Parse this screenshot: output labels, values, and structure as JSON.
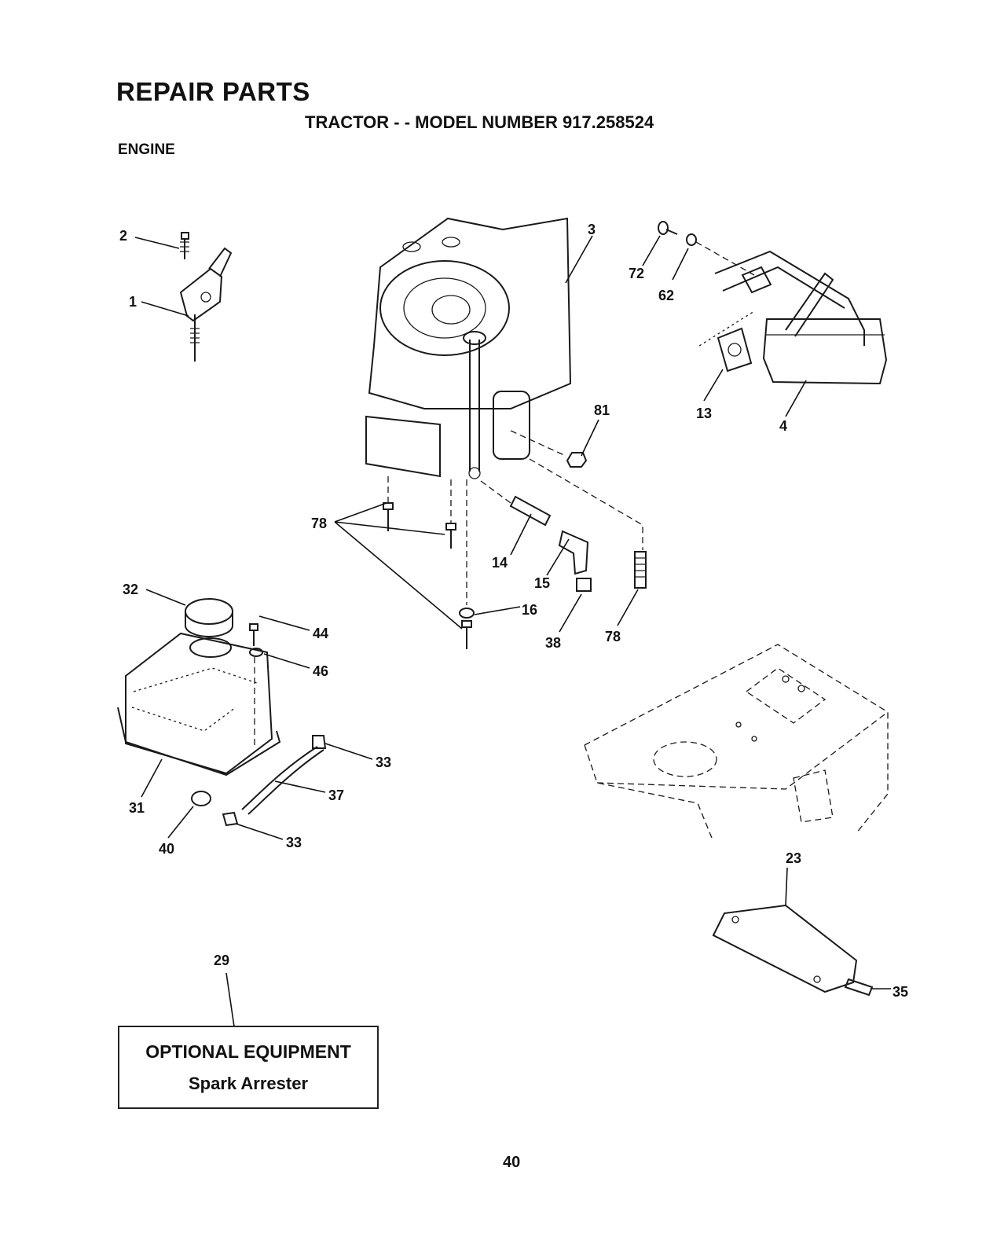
{
  "header": {
    "title": "REPAIR PARTS",
    "subtitle": "TRACTOR - - MODEL NUMBER 917.258524",
    "section": "ENGINE"
  },
  "callouts": [
    {
      "id": "c2",
      "label": "2"
    },
    {
      "id": "c1",
      "label": "1"
    },
    {
      "id": "c3",
      "label": "3"
    },
    {
      "id": "c72",
      "label": "72"
    },
    {
      "id": "c62",
      "label": "62"
    },
    {
      "id": "c81",
      "label": "81"
    },
    {
      "id": "c13",
      "label": "13"
    },
    {
      "id": "c4",
      "label": "4"
    },
    {
      "id": "c78a",
      "label": "78"
    },
    {
      "id": "c14",
      "label": "14"
    },
    {
      "id": "c15",
      "label": "15"
    },
    {
      "id": "c16",
      "label": "16"
    },
    {
      "id": "c38",
      "label": "38"
    },
    {
      "id": "c78b",
      "label": "78"
    },
    {
      "id": "c32",
      "label": "32"
    },
    {
      "id": "c44",
      "label": "44"
    },
    {
      "id": "c46",
      "label": "46"
    },
    {
      "id": "c33a",
      "label": "33"
    },
    {
      "id": "c37",
      "label": "37"
    },
    {
      "id": "c31",
      "label": "31"
    },
    {
      "id": "c40",
      "label": "40"
    },
    {
      "id": "c33b",
      "label": "33"
    },
    {
      "id": "c23",
      "label": "23"
    },
    {
      "id": "c29",
      "label": "29"
    },
    {
      "id": "c35",
      "label": "35"
    }
  ],
  "optional_box": {
    "title": "OPTIONAL EQUIPMENT",
    "item": "Spark Arrester"
  },
  "footer": {
    "page_number": "40"
  }
}
